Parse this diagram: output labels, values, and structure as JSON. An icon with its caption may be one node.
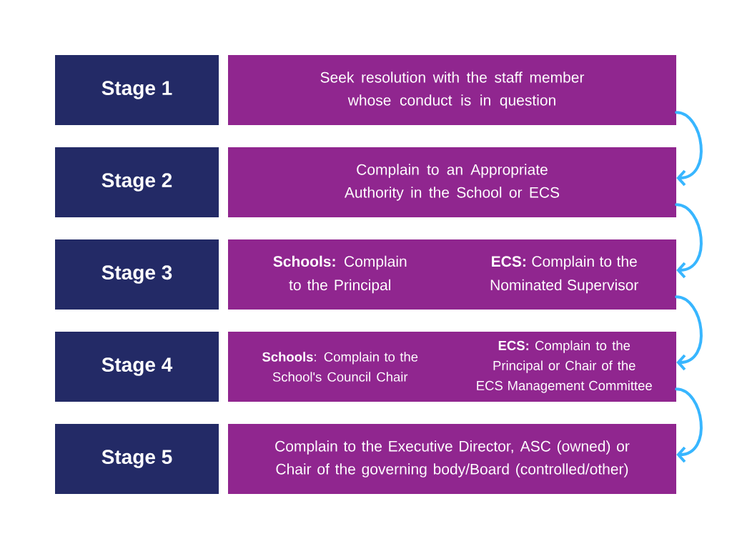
{
  "diagram": {
    "nodes": [
      {
        "text": [
          "Stage 1"
        ]
      },
      {
        "text": [
          "Stage 2"
        ]
      },
      {
        "text": [
          "Stage 3"
        ]
      },
      {
        "text": [
          "Stage 4"
        ]
      },
      {
        "text": [
          "Stage 5"
        ]
      },
      {
        "text": [
          "Seek resolution with the staff member whose conduct is in question"
        ]
      },
      {
        "text": [
          "Complain to an Appropriate Authority in the School or ECS"
        ]
      },
      {
        "text": [
          "**Schools:** Complain to the Principal",
          "**ECS:** Complain to the Nominated Supervisor"
        ]
      },
      {
        "text": [
          "**Schools**: Complain to the School's Council Chair",
          "**ECS:** Complain to the Principal or Chair of the ECS Management Committee"
        ]
      },
      {
        "text": [
          "Complain to the Executive Director, ASC (owned) or Chair of the governing body/Board (controlled/other)"
        ]
      }
    ],
    "edges": [
      {
        "from": 5,
        "to": 6,
        "arrow": "to"
      },
      {
        "from": 6,
        "to": 7,
        "arrow": "to"
      },
      {
        "from": 7,
        "to": 8,
        "arrow": "to"
      },
      {
        "from": 8,
        "to": 9,
        "arrow": "to"
      }
    ]
  }
}
